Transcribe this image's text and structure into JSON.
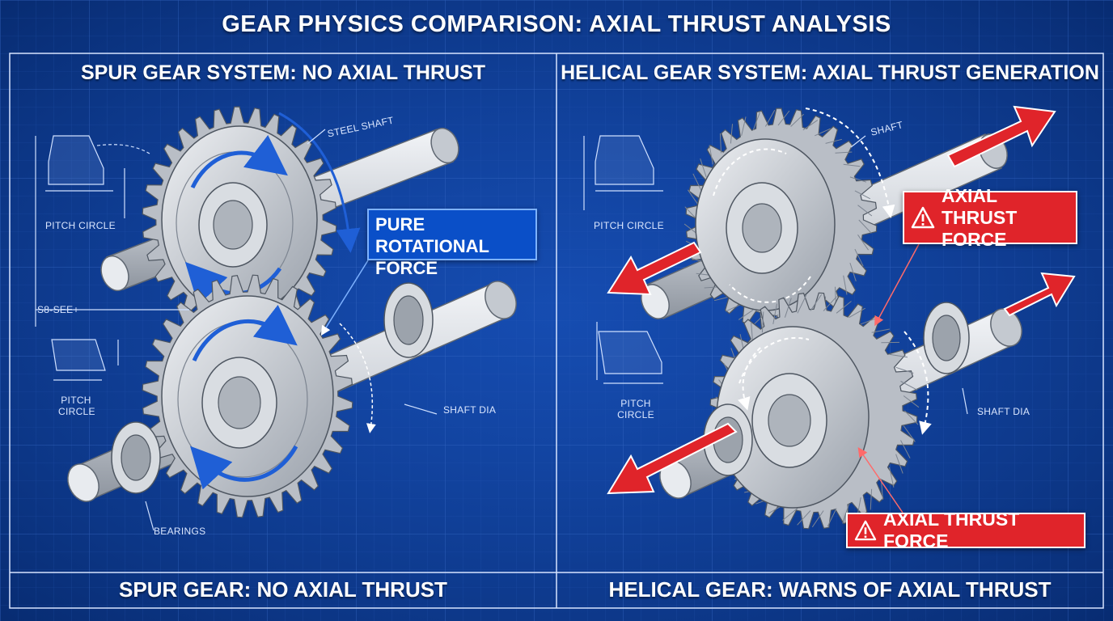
{
  "title": "GEAR PHYSICS COMPARISON: AXIAL THRUST ANALYSIS",
  "left_panel": {
    "heading": "SPUR GEAR SYSTEM: NO AXIAL THRUST",
    "footer": "SPUR GEAR: NO AXIAL THRUST",
    "labels": {
      "steel_shaft": "STEEL SHAFT",
      "pitch_circle_top": "PITCH CIRCLE",
      "dimension": "S8-SEE+",
      "pitch_circle_bottom_1": "PITCH",
      "pitch_circle_bottom_2": "CIRCLE",
      "shaft_dia": "SHAFT DIA",
      "bearings": "BEARINGS"
    },
    "callout": {
      "line1": "PURE ROTATIONAL",
      "line2": "FORCE"
    }
  },
  "right_panel": {
    "heading": "HELICAL GEAR SYSTEM: AXIAL THRUST GENERATION",
    "footer": "HELICAL GEAR: WARNS OF AXIAL THRUST",
    "labels": {
      "shaft": "SHAFT",
      "pitch_circle_top": "PITCH CIRCLE",
      "pitch_circle_bottom_1": "PITCH",
      "pitch_circle_bottom_2": "CIRCLE",
      "shaft_dia": "SHAFT DIA"
    },
    "callout_top": {
      "line1": "AXIAL THRUST",
      "line2": "FORCE"
    },
    "callout_bottom": "AXIAL THRUST FORCE"
  },
  "colors": {
    "background": "#0f3f9a",
    "grid": "#2a5bb8",
    "steel": "#c9cdd3",
    "thrust_arrow": "#e0242a",
    "rotation_arrow": "#1f5fd6"
  },
  "icons": [
    "warning-icon",
    "rotation-arrow-icon",
    "thrust-arrow-icon"
  ]
}
